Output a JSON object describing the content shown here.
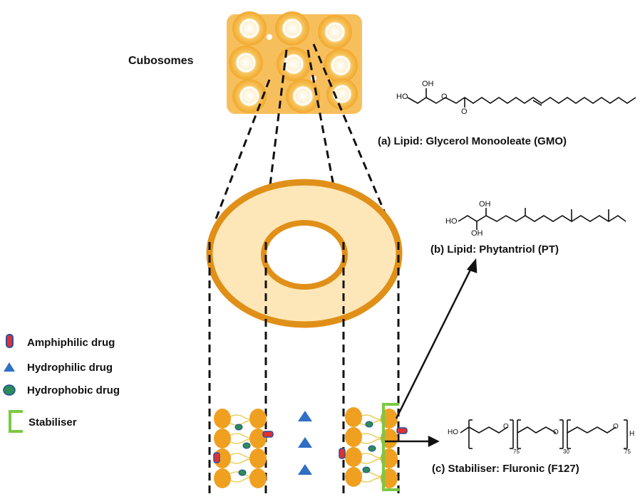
{
  "title_label": "Cubosomes",
  "legend": {
    "items": [
      {
        "icon": "amphiphilic-drug-icon",
        "label": "Amphiphilic drug",
        "color": "#e03030",
        "border": "#2a4fa0"
      },
      {
        "icon": "hydrophilic-drug-icon",
        "label": "Hydrophilic drug",
        "color": "#2f6fc4"
      },
      {
        "icon": "hydrophobic-drug-icon",
        "label": "Hydrophobic drug",
        "color": "#2e8b57",
        "border": "#1d4f9e"
      },
      {
        "icon": "stabiliser-icon",
        "label": "Stabiliser",
        "color": "#7bc943"
      }
    ]
  },
  "molecules": [
    {
      "id": "gmo",
      "caption": "(a) Lipid: Glycerol Monooleate (GMO)",
      "atoms": [
        "HO",
        "OH",
        "O",
        "O"
      ]
    },
    {
      "id": "pt",
      "caption": "(b) Lipid: Phytantriol (PT)",
      "atoms": [
        "OH",
        "HO",
        "OH"
      ]
    },
    {
      "id": "f127",
      "caption": "(c) Stabiliser: Fluronic (F127)",
      "atoms": [
        "HO",
        "O",
        "O",
        "O",
        "H"
      ],
      "subscripts": [
        "75",
        "30",
        "75"
      ]
    }
  ],
  "colors": {
    "lipid_orange": "#f0a020",
    "ring_fill": "#fde7b8",
    "ring_stroke": "#e09018",
    "tail": "#e8d060",
    "stabiliser_green": "#7bc943"
  }
}
